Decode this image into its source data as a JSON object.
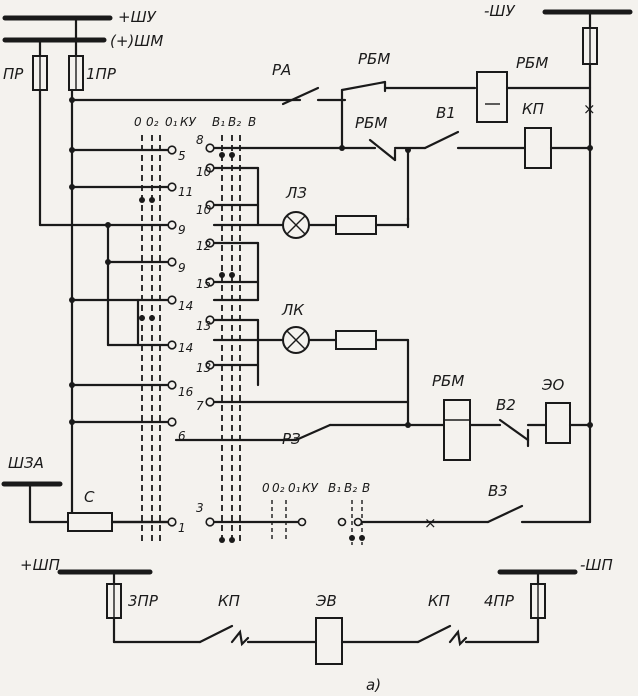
{
  "labels": {
    "bus_plus_shu": "+ШУ",
    "bus_plus_shm": "(+)ШМ",
    "bus_minus_shu": "-ШУ",
    "fuse_pr": "ПР",
    "fuse_1pr": "1ПР",
    "relay_ra": "РА",
    "relay_rbm_1": "РБМ",
    "relay_rbm_2": "РБМ",
    "relay_rbm_coil": "РБМ",
    "relay_rbm_3": "РБМ",
    "contact_b1": "В1",
    "contact_b2": "В2",
    "contact_b3": "В3",
    "coil_kp": "КП",
    "coil_eo": "ЭО",
    "lamp_lz": "ЛЗ",
    "lamp_lk": "ЛК",
    "relay_rz": "РЗ",
    "bus_shza": "ШЗА",
    "cap_c": "С",
    "bus_plus_shp": "+ШП",
    "bus_minus_shp": "-ШП",
    "fuse_3pr": "3ПР",
    "fuse_4pr": "4ПР",
    "kp_left": "КП",
    "kp_right": "КП",
    "coil_ev": "ЭВ",
    "caption": "а)"
  },
  "switch_header": [
    "0",
    "0₂",
    "0₁",
    "КУ",
    "В₁",
    "В₂",
    "В"
  ],
  "switch_header_small": [
    "0",
    "0₂",
    "0₁",
    "КУ",
    "В₁",
    "В₂",
    "В"
  ],
  "left_terminals": [
    "5",
    "11",
    "9",
    "9",
    "14",
    "14",
    "16",
    "6",
    "1"
  ],
  "right_terminals": [
    "8",
    "10",
    "10",
    "12",
    "15",
    "13",
    "13",
    "7",
    "3"
  ]
}
